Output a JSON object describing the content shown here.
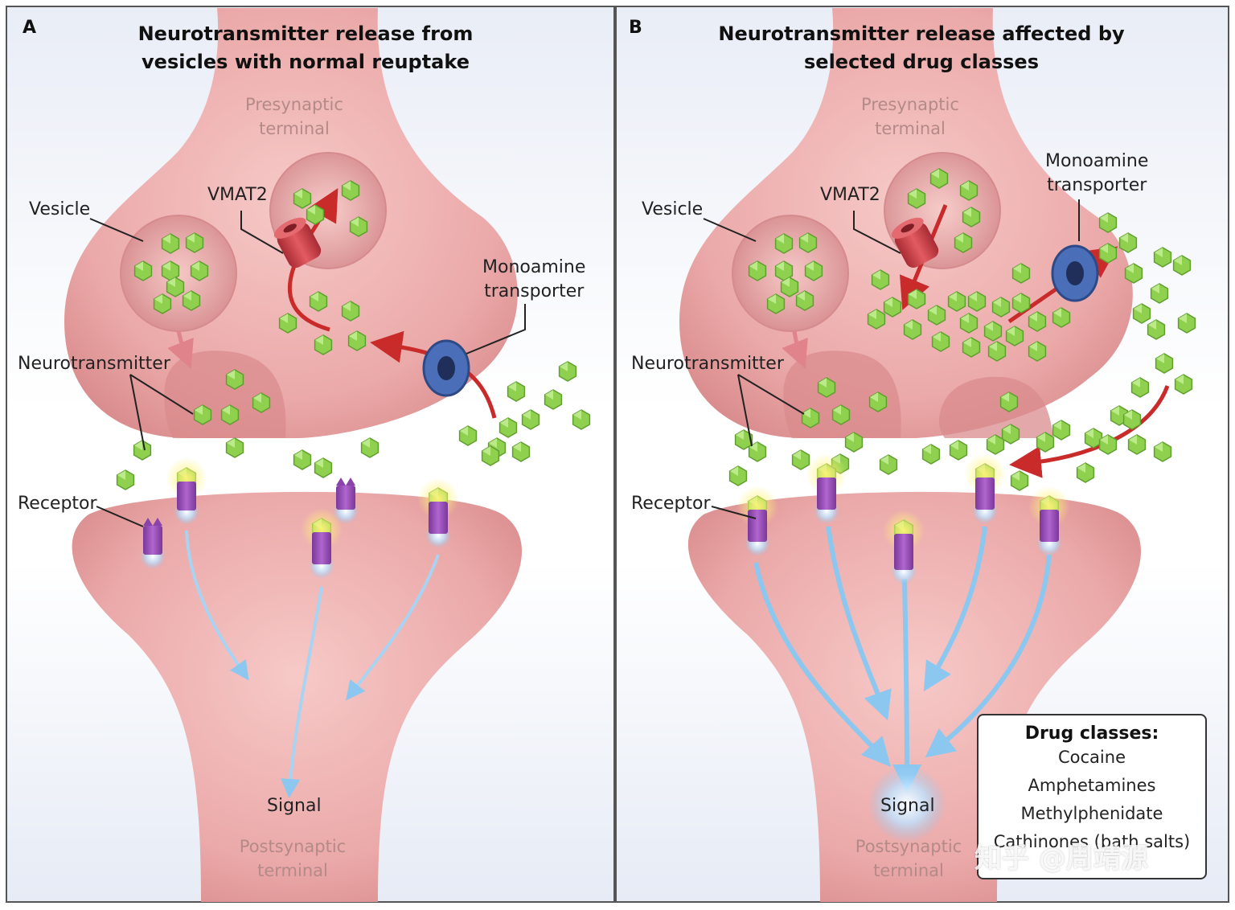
{
  "panels": [
    {
      "letter": "A",
      "title_lines": [
        "Neurotransmitter release from",
        "vesicles with normal reuptake"
      ],
      "presynaptic": [
        "Presynaptic",
        "terminal"
      ],
      "postsynaptic": [
        "Postsynaptic",
        "terminal"
      ],
      "labels": {
        "vesicle": "Vesicle",
        "vmat2": "VMAT2",
        "transporter": [
          "Monoamine",
          "transporter"
        ],
        "neurotransmitter": "Neurotransmitter",
        "receptor": "Receptor",
        "signal": "Signal"
      }
    },
    {
      "letter": "B",
      "title_lines": [
        "Neurotransmitter release affected by",
        "selected drug classes"
      ],
      "presynaptic": [
        "Presynaptic",
        "terminal"
      ],
      "postsynaptic": [
        "Postsynaptic",
        "terminal"
      ],
      "labels": {
        "vesicle": "Vesicle",
        "vmat2": "VMAT2",
        "transporter": [
          "Monoamine",
          "transporter"
        ],
        "neurotransmitter": "Neurotransmitter",
        "receptor": "Receptor",
        "signal": "Signal"
      }
    }
  ],
  "drug_box": {
    "title": "Drug classes:",
    "items": [
      "Cocaine",
      "Amphetamines",
      "Methylphenidate",
      "Cathinones (bath salts)"
    ]
  },
  "watermark": "知乎 @周靖源",
  "colors": {
    "neuron": "#eba9a9",
    "neurotransmitter": "#8fd14f",
    "receptor": "#9a4fb5",
    "vmat2": "#d0424a",
    "transporter": "#4a6fb8",
    "arrow_red": "#c92a2a",
    "signal_blue": "#8cc7f0"
  }
}
